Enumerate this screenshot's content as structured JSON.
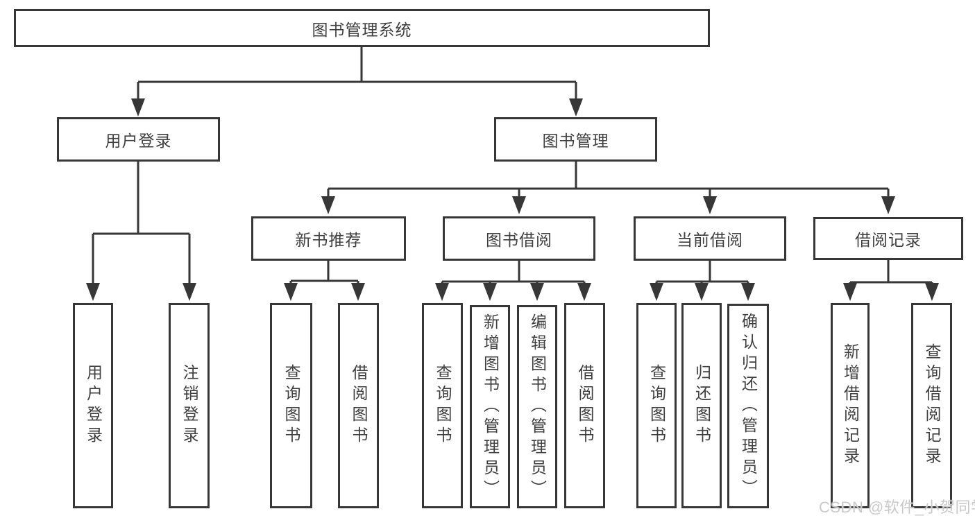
{
  "diagram": {
    "root": {
      "label": "图书管理系统"
    },
    "branches": [
      {
        "label": "用户登录",
        "children": [
          {
            "label": "用户登录"
          },
          {
            "label": "注销登录"
          }
        ]
      },
      {
        "label": "图书管理",
        "children": [
          {
            "label": "新书推荐",
            "children": [
              {
                "label": "查询图书"
              },
              {
                "label": "借阅图书"
              }
            ]
          },
          {
            "label": "图书借阅",
            "children": [
              {
                "label": "查询图书"
              },
              {
                "label": "新增图书（管理员）"
              },
              {
                "label": "编辑图书（管理员）"
              },
              {
                "label": "借阅图书"
              }
            ]
          },
          {
            "label": "当前借阅",
            "children": [
              {
                "label": "查询图书"
              },
              {
                "label": "归还图书"
              },
              {
                "label": "确认归还（管理员）"
              }
            ]
          },
          {
            "label": "借阅记录",
            "children": [
              {
                "label": "新增借阅记录"
              },
              {
                "label": "查询借阅记录"
              }
            ]
          }
        ]
      }
    ]
  },
  "watermark": {
    "text": "CSDN @软件_小贺同学"
  },
  "colors": {
    "line": "#373737",
    "box_border": "#373737",
    "text": "#3f3f3f",
    "watermark": "#c9c9c9",
    "background": "#ffffff"
  }
}
